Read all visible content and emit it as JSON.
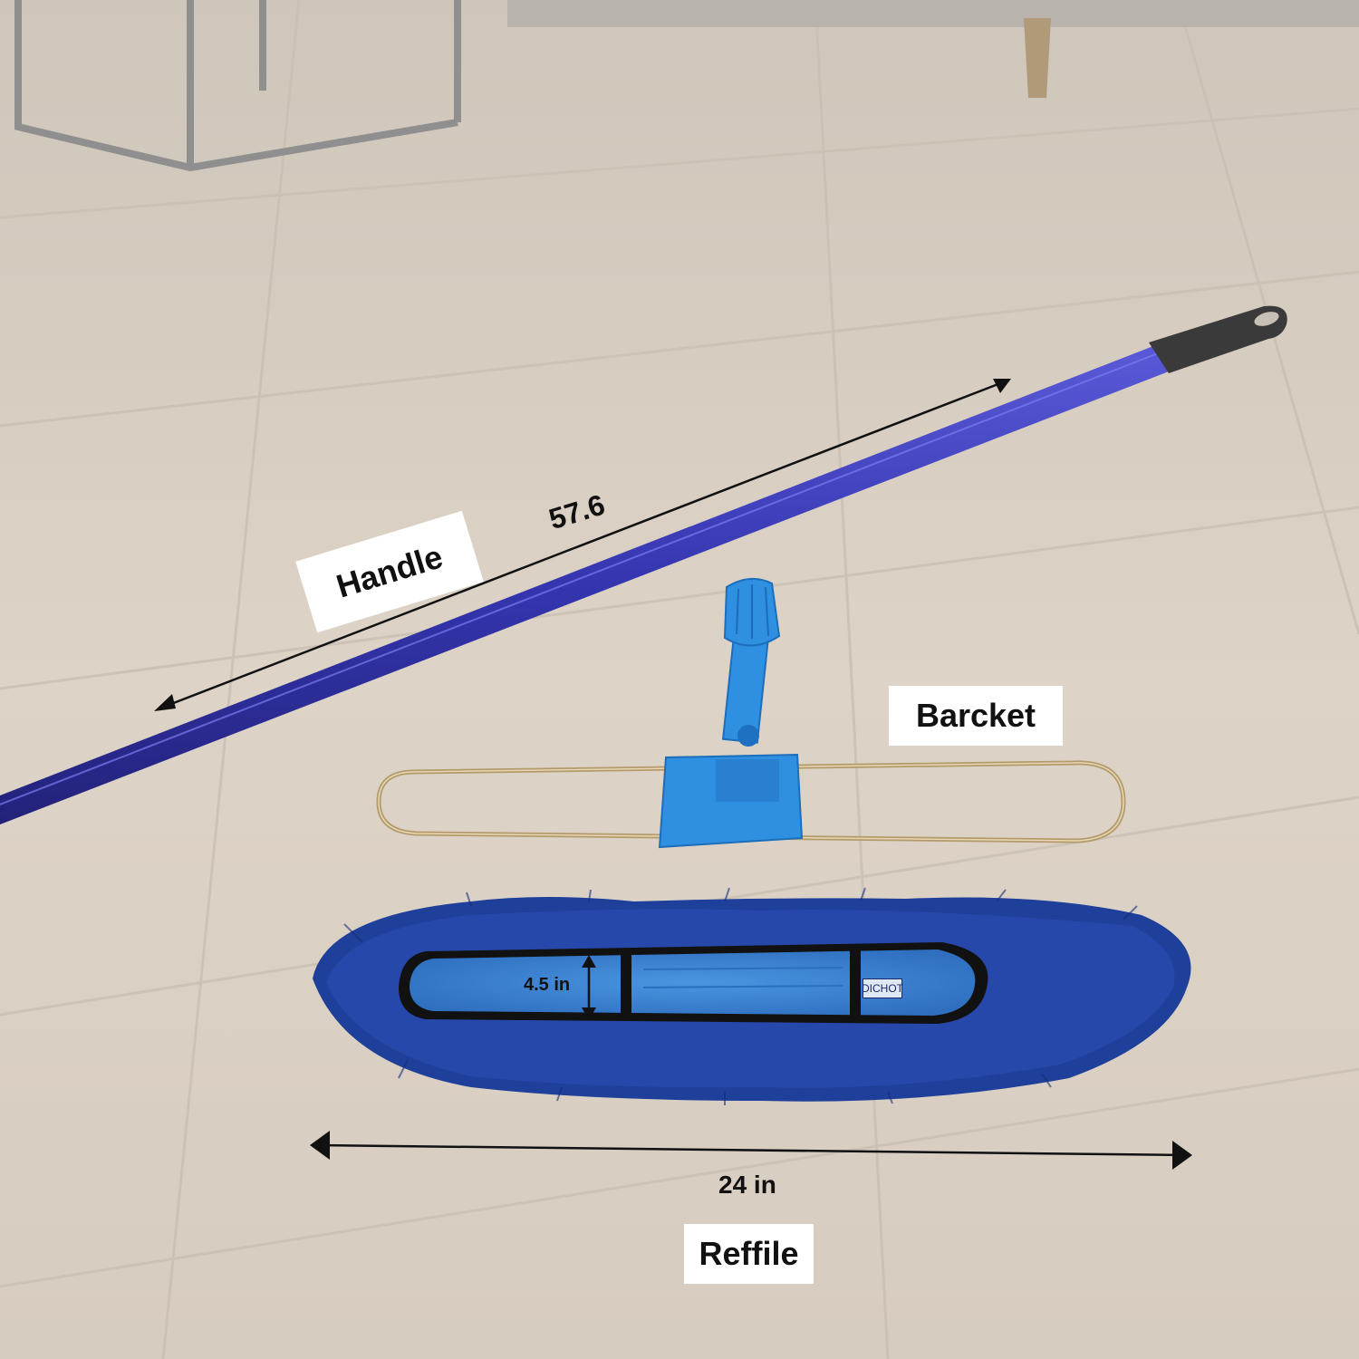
{
  "labels": {
    "handle": "Handle",
    "bracket": "Barcket",
    "refill": "Reffile"
  },
  "dimensions": {
    "handle_length": "57.6",
    "refill_width": "24 in",
    "refill_height": "4.5 in"
  },
  "brand_tag": "DICHOT",
  "colors": {
    "floor": "#ddd2c4",
    "handle_blue": "#3a3ab8",
    "bracket_blue": "#2f8fe0",
    "mop_navy": "#1e3f9a",
    "pad_blue": "#3f84d4"
  }
}
